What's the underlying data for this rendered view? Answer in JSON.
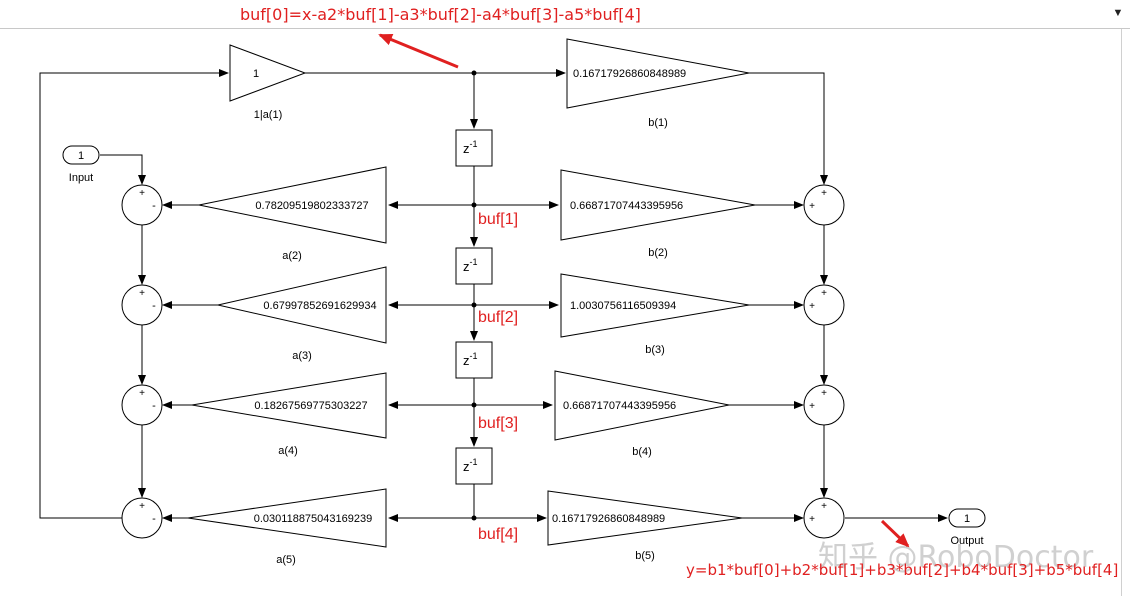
{
  "toolbar": {
    "formula": "buf[0]=x-a2*buf[1]-a3*buf[2]-a4*buf[3]-a5*buf[4]",
    "dropdown_icon": "▼"
  },
  "input_port": {
    "number": "1",
    "label": "Input"
  },
  "output_port": {
    "number": "1",
    "label": "Output"
  },
  "gain_a1": {
    "value": "1",
    "label": "1|a(1)"
  },
  "gains_b": [
    {
      "value": "0.16717926860848989",
      "label": "b(1)"
    },
    {
      "value": "0.66871707443395956",
      "label": "b(2)"
    },
    {
      "value": "1.0030756116509394",
      "label": "b(3)"
    },
    {
      "value": "0.66871707443395956",
      "label": "b(4)"
    },
    {
      "value": "0.16717926860848989",
      "label": "b(5)"
    }
  ],
  "gains_a": [
    {
      "value": "0.78209519802333727",
      "label": "a(2)"
    },
    {
      "value": "0.67997852691629934",
      "label": "a(3)"
    },
    {
      "value": "0.18267569775303227",
      "label": "a(4)"
    },
    {
      "value": "0.030118875043169239",
      "label": "a(5)"
    }
  ],
  "delay": {
    "base": "z",
    "exp": "-1"
  },
  "sum_signs": {
    "plus": "+",
    "minus": "-"
  },
  "buffers": [
    "buf[1]",
    "buf[2]",
    "buf[3]",
    "buf[4]"
  ],
  "watermark": "知乎 @RoboDoctor",
  "bottom_formula": "y=b1*buf[0]+b2*buf[1]+b3*buf[2]+b4*buf[3]+b5*buf[4]",
  "colors": {
    "annotation": "#e02020",
    "line": "#000000"
  }
}
